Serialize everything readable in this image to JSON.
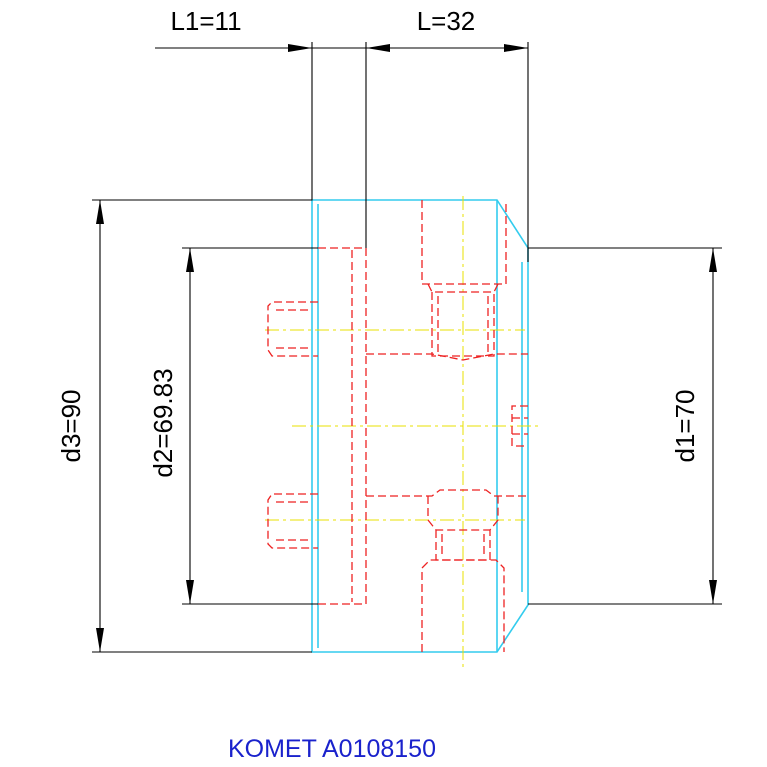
{
  "dimensions": {
    "L1": "L1=11",
    "L": "L=32",
    "d1": "d1=70",
    "d2": "d2=69.83",
    "d3": "d3=90"
  },
  "caption": "KOMET A0108150",
  "colors": {
    "dimension_lines": "#000000",
    "outline": "#33ccee",
    "hidden_lines": "#ee2222",
    "center_lines": "#e8e000",
    "caption": "#1a22cc"
  }
}
